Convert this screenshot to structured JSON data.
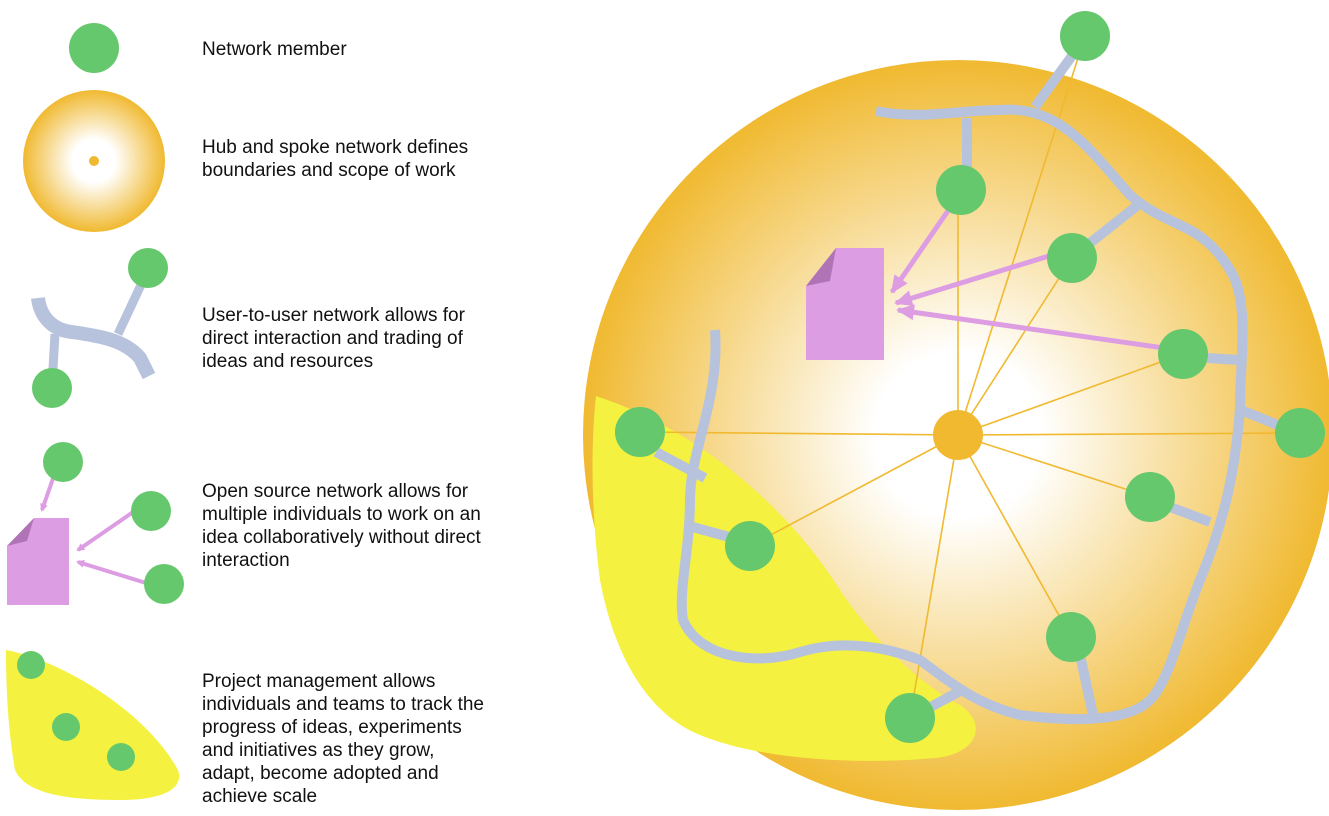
{
  "legend": {
    "items": [
      {
        "id": "member",
        "icon": "network-member-icon",
        "lines": [
          "Network member"
        ]
      },
      {
        "id": "hub",
        "icon": "hub-and-spoke-icon",
        "lines": [
          "Hub and spoke network defines",
          "boundaries and scope of work"
        ]
      },
      {
        "id": "user",
        "icon": "user-to-user-icon",
        "lines": [
          "User-to-user network allows for",
          "direct interaction and trading of",
          "ideas and resources"
        ]
      },
      {
        "id": "opensource",
        "icon": "open-source-icon",
        "lines": [
          "Open source network allows for",
          "multiple individuals to work on an",
          "idea collaboratively without direct",
          "interaction"
        ]
      },
      {
        "id": "project",
        "icon": "project-management-icon",
        "lines": [
          "Project management allows",
          "individuals and teams to track the",
          "progress of ideas, experiments",
          "and initiatives as they grow,",
          "adapt, become adopted and",
          "achieve scale"
        ]
      }
    ]
  },
  "colors": {
    "member_green": "#66c86c",
    "hub_orange": "#f0b930",
    "user_network_blue": "#b7c3dc",
    "open_source_pink": "#dd9de3",
    "document_fold": "#b073b6",
    "project_yellow": "#f4f140",
    "spoke_line": "#f0b930"
  }
}
